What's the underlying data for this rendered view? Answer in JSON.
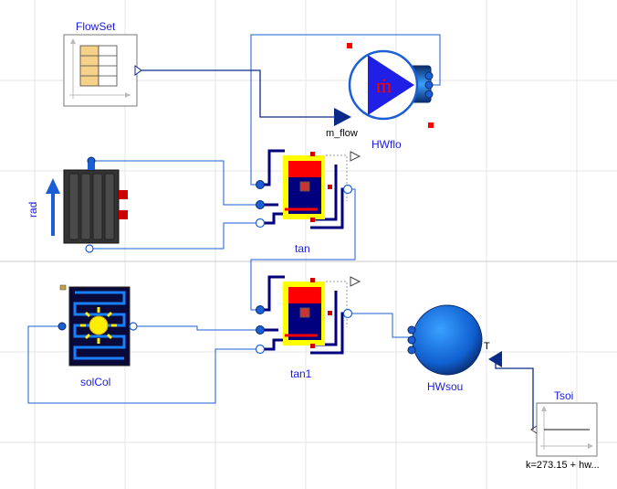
{
  "components": {
    "flowset": "FlowSet",
    "hwflo": "HWflo",
    "m_flow": "m_flow",
    "pump_symbol": "ṁ",
    "rad": "rad",
    "tan": "tan",
    "tan1": "tan1",
    "solcol": "solCol",
    "hwsou": "HWsou",
    "hwsou_T": "T",
    "tsoi": "Tsoi",
    "tsoi_expr": "k=273.15 + hw..."
  },
  "colors": {
    "connector_blue": "#1a5fd6",
    "signal_blue": "#0b2b88",
    "label_blue": "#1a1ae6",
    "tank_red": "#ff0000",
    "tank_yellow": "#ffff00",
    "tank_navy": "#00007f"
  }
}
